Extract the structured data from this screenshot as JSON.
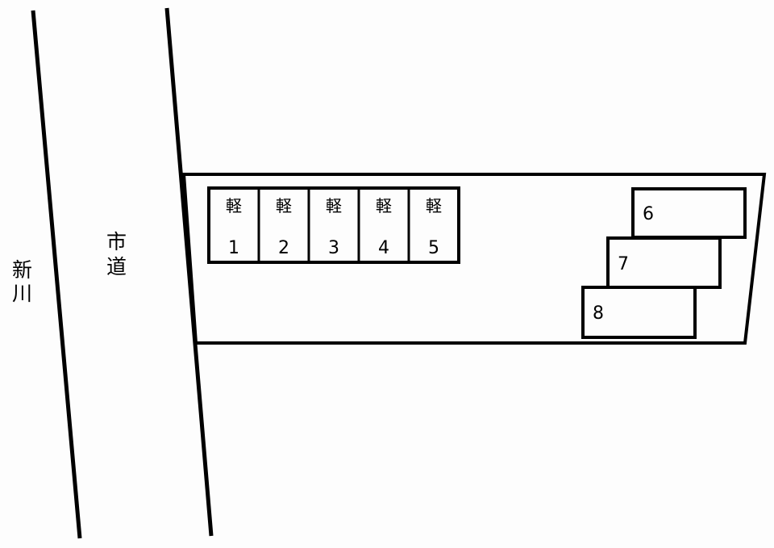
{
  "map": {
    "river_label": [
      "新",
      "川"
    ],
    "road_label": [
      "市",
      "道"
    ]
  },
  "lot": {
    "kei_label": "軽",
    "kei_spaces": [
      {
        "number": "1"
      },
      {
        "number": "2"
      },
      {
        "number": "3"
      },
      {
        "number": "4"
      },
      {
        "number": "5"
      }
    ],
    "regular_spaces": [
      {
        "number": "6"
      },
      {
        "number": "7"
      },
      {
        "number": "8"
      }
    ]
  }
}
